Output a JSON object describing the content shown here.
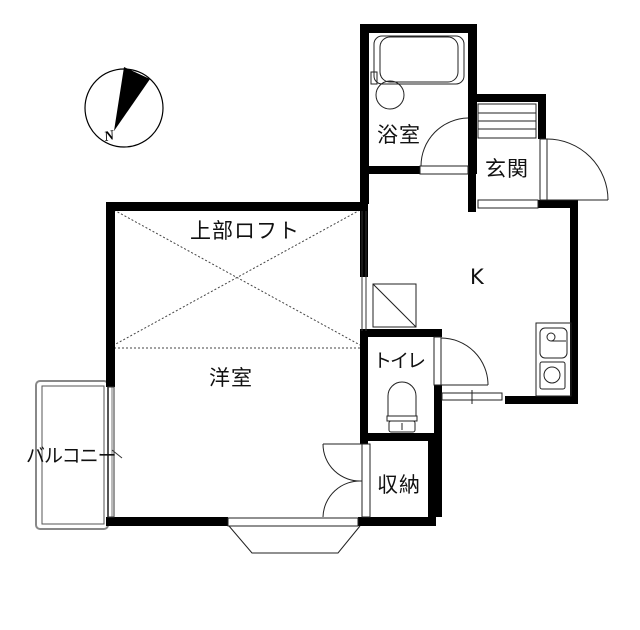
{
  "floor_plan": {
    "compass": {
      "direction_label": "N",
      "icon": "compass-north-icon"
    },
    "rooms": {
      "western_room": {
        "label": "洋室"
      },
      "loft": {
        "label": "上部ロフト"
      },
      "kitchen": {
        "label": "K"
      },
      "bathroom": {
        "label": "浴室"
      },
      "entrance": {
        "label": "玄関"
      },
      "toilet": {
        "label": "トイレ"
      },
      "storage": {
        "label": "収納"
      },
      "balcony": {
        "label": "バルコニー"
      }
    },
    "colors": {
      "wall": "#000000",
      "fixture_line": "#333333",
      "balcony_line": "#888888",
      "background": "#ffffff"
    }
  }
}
